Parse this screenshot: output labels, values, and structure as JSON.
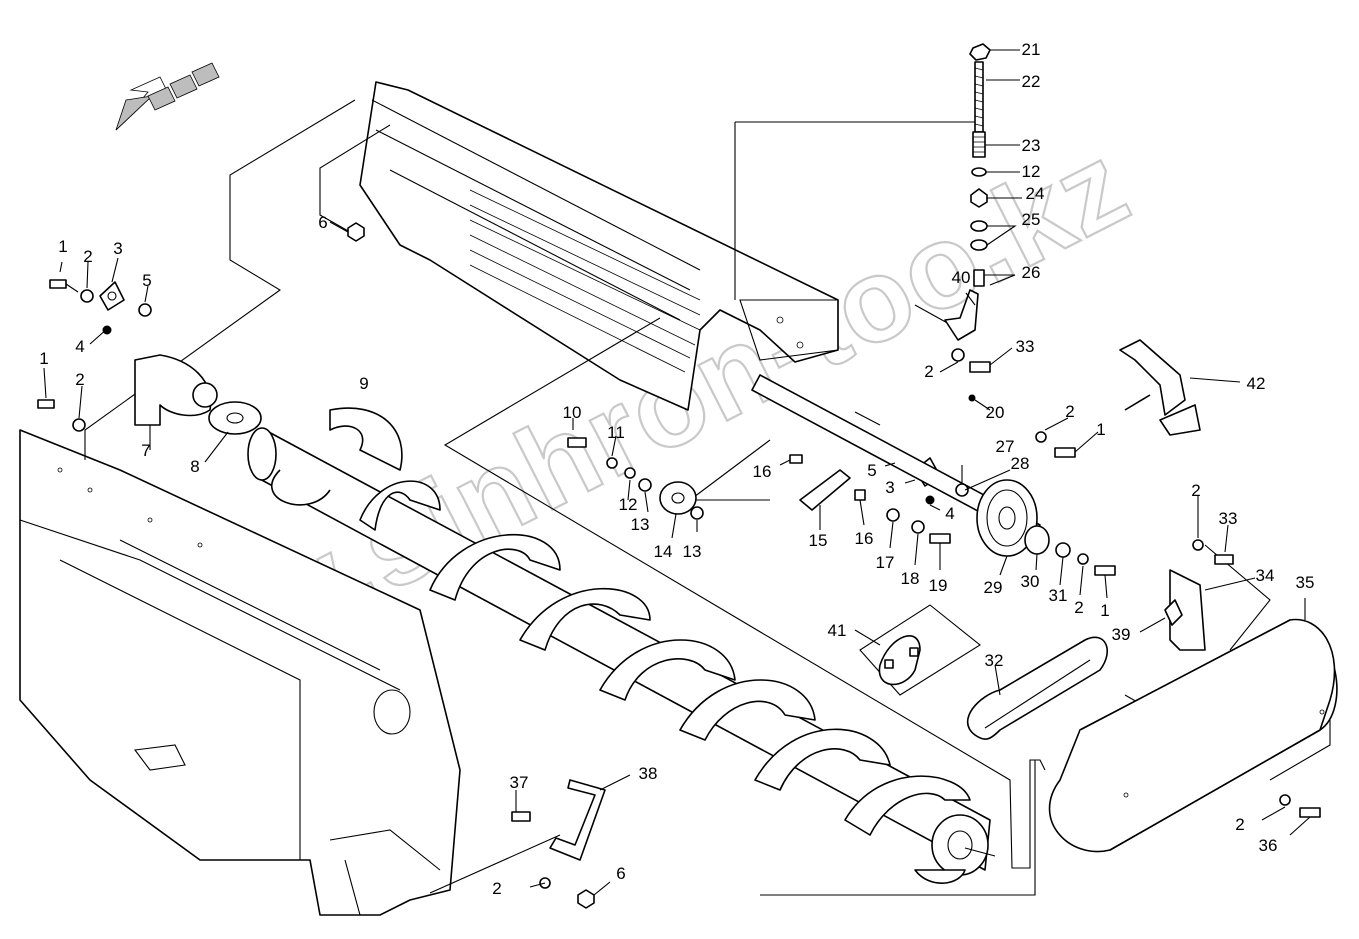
{
  "watermark": "www.sinhron-too.kz",
  "callouts": [
    {
      "label": "1"
    },
    {
      "label": "2"
    },
    {
      "label": "3"
    },
    {
      "label": "5"
    },
    {
      "label": "4"
    },
    {
      "label": "1"
    },
    {
      "label": "2"
    },
    {
      "label": "7"
    },
    {
      "label": "8"
    },
    {
      "label": "9"
    },
    {
      "label": "6"
    },
    {
      "label": "10"
    },
    {
      "label": "11"
    },
    {
      "label": "12"
    },
    {
      "label": "13"
    },
    {
      "label": "14"
    },
    {
      "label": "13"
    },
    {
      "label": "16"
    },
    {
      "label": "15"
    },
    {
      "label": "16"
    },
    {
      "label": "17"
    },
    {
      "label": "18"
    },
    {
      "label": "19"
    },
    {
      "label": "5"
    },
    {
      "label": "3"
    },
    {
      "label": "4"
    },
    {
      "label": "27"
    },
    {
      "label": "28"
    },
    {
      "label": "29"
    },
    {
      "label": "30"
    },
    {
      "label": "31"
    },
    {
      "label": "2"
    },
    {
      "label": "1"
    },
    {
      "label": "2"
    },
    {
      "label": "1"
    },
    {
      "label": "21"
    },
    {
      "label": "22"
    },
    {
      "label": "23"
    },
    {
      "label": "12"
    },
    {
      "label": "24"
    },
    {
      "label": "25"
    },
    {
      "label": "26"
    },
    {
      "label": "40"
    },
    {
      "label": "33"
    },
    {
      "label": "2"
    },
    {
      "label": "20"
    },
    {
      "label": "42"
    },
    {
      "label": "2"
    },
    {
      "label": "33"
    },
    {
      "label": "34"
    },
    {
      "label": "35"
    },
    {
      "label": "39"
    },
    {
      "label": "41"
    },
    {
      "label": "32"
    },
    {
      "label": "37"
    },
    {
      "label": "38"
    },
    {
      "label": "2"
    },
    {
      "label": "6"
    },
    {
      "label": "2"
    },
    {
      "label": "36"
    }
  ]
}
